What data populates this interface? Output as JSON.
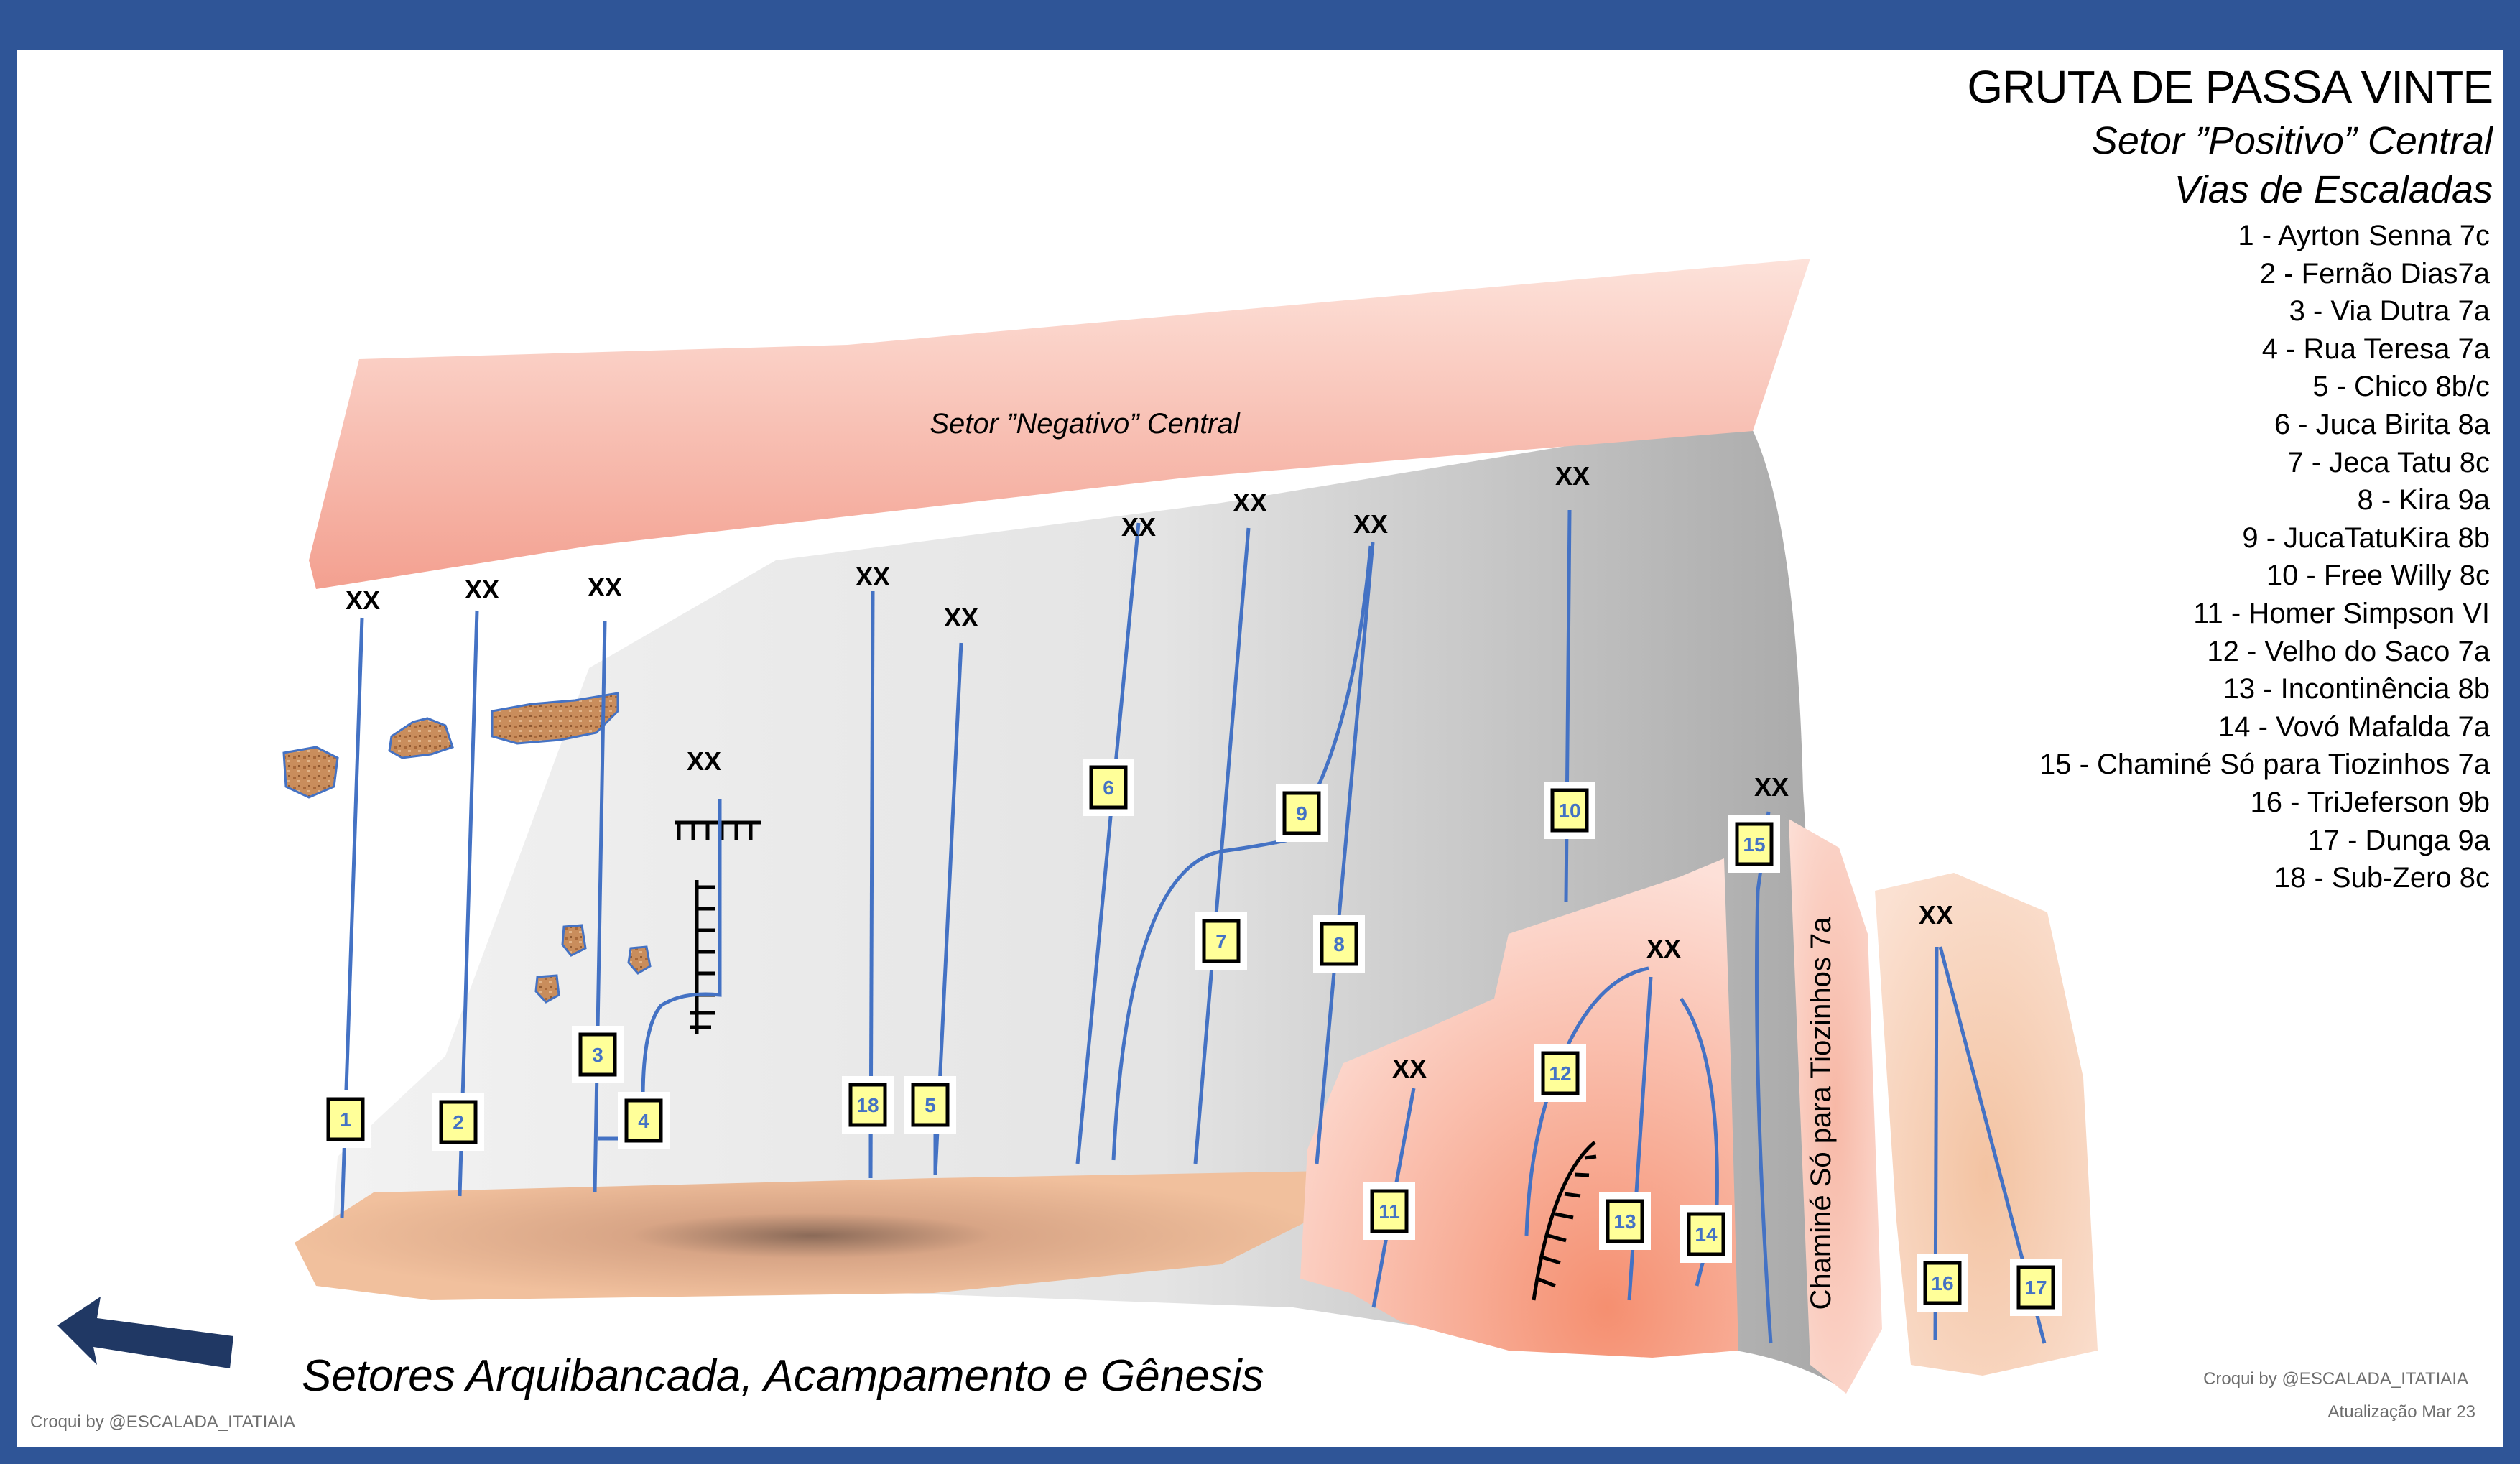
{
  "title": {
    "main": "GRUTA DE PASSA VINTE",
    "sector": "Setor ”Positivo” Central",
    "subtitle": "Vias de Escaladas"
  },
  "routes": [
    {
      "label": "1 - Ayrton Senna 7c"
    },
    {
      "label": "2 - Fernão Dias7a"
    },
    {
      "label": "3 - Via Dutra 7a"
    },
    {
      "label": "4 - Rua Teresa 7a"
    },
    {
      "label": "5 - Chico 8b/c"
    },
    {
      "label": "6 - Juca Birita 8a"
    },
    {
      "label": "7 - Jeca Tatu 8c"
    },
    {
      "label": "8 - Kira 9a"
    },
    {
      "label": "9 - JucaTatuKira 8b"
    },
    {
      "label": "10 - Free Willy 8c"
    },
    {
      "label": "11 - Homer Simpson VI"
    },
    {
      "label": "12 - Velho do Saco 7a"
    },
    {
      "label": "13 - Incontinência 8b"
    },
    {
      "label": "14 - Vovó Mafalda 7a"
    },
    {
      "label": "15 - Chaminé Só para Tiozinhos 7a"
    },
    {
      "label": "16 - TriJeferson 9b"
    },
    {
      "label": "17 - Dunga 9a"
    },
    {
      "label": "18 - Sub-Zero 8c"
    }
  ],
  "route_numbers": [
    "1",
    "2",
    "3",
    "4",
    "5",
    "6",
    "7",
    "8",
    "9",
    "10",
    "11",
    "12",
    "13",
    "14",
    "15",
    "16",
    "17",
    "18"
  ],
  "anchor_label": "XX",
  "negative_sector_label": "Setor ”Negativo” Central",
  "chimney_label": "Chaminé Só para Tiozinhos 7a",
  "direction": {
    "icon": "arrow-left-icon",
    "label": "Setores Arquibancada, Acampamento e Gênesis"
  },
  "credits": {
    "left": "Croqui by @ESCALADA_ITATIAIA",
    "right": "Croqui by @ESCALADA_ITATIAIA",
    "updated": "Atualização Mar 23"
  },
  "colors": {
    "border": "#2f5597",
    "route_line": "#4472c4",
    "label_fill": "#ffff99",
    "roof": "#f4a795",
    "wall": "#d9d9d9",
    "ground": "#e8a882",
    "hold": "#c98d5c",
    "arrow": "#203864"
  }
}
